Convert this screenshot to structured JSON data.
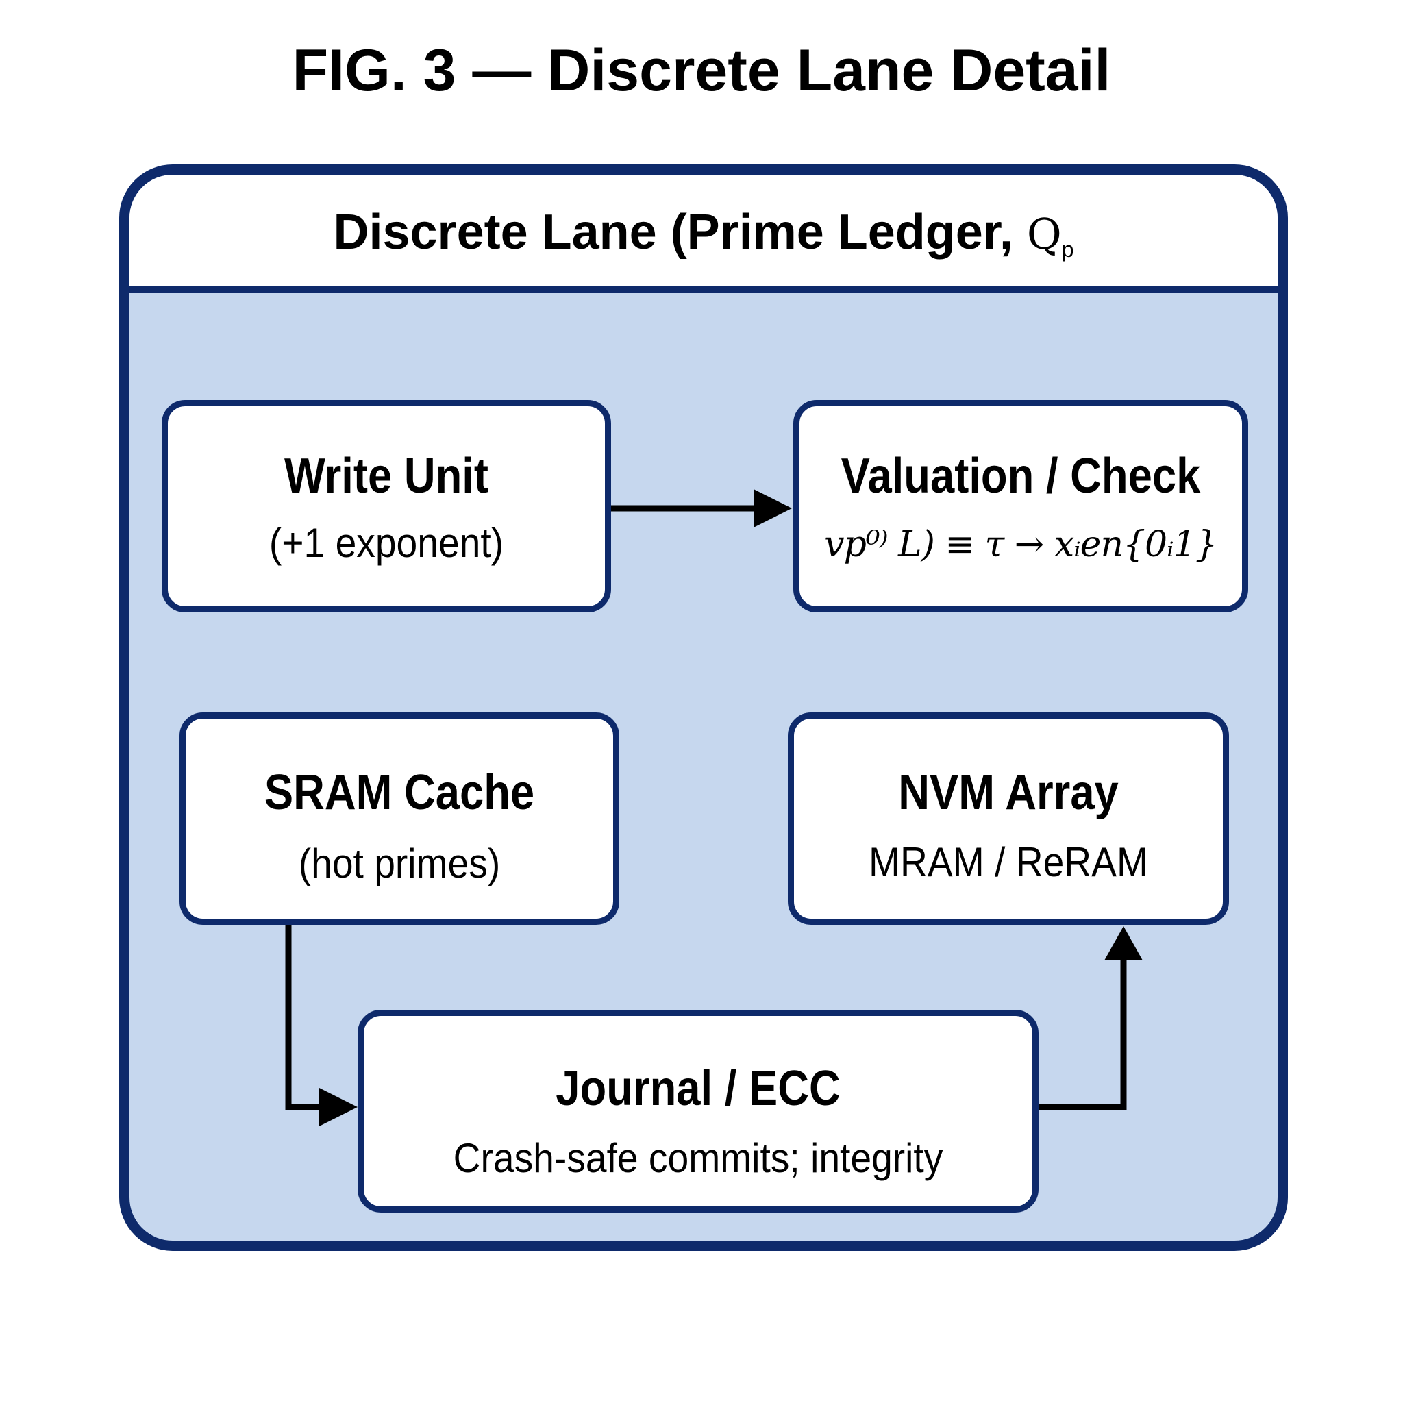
{
  "figure": {
    "title": "FIG. 3 — Discrete Lane Detail"
  },
  "lane": {
    "title_text": "Discrete Lane (Prime Ledger, ",
    "title_symbol": "Q",
    "title_subscript": "p"
  },
  "write_unit": {
    "title": "Write Unit",
    "subtitle": "(+1 exponent)"
  },
  "valuation_check": {
    "title": "Valuation / Check",
    "formula": "vp⁰⁾ L) ≡ τ → xᵢen{0ᵢ1}"
  },
  "sram_cache": {
    "title": "SRAM Cache",
    "subtitle": "(hot primes)"
  },
  "nvm_array": {
    "title": "NVM Array",
    "subtitle": "MRAM / ReRAM"
  },
  "journal_ecc": {
    "title": "Journal / ECC",
    "subtitle": "Crash-safe commits; integrity"
  },
  "colors": {
    "border": "#0e2a6b",
    "lane_fill": "#c6d7ee",
    "box_fill": "#ffffff",
    "arrow": "#000000"
  }
}
